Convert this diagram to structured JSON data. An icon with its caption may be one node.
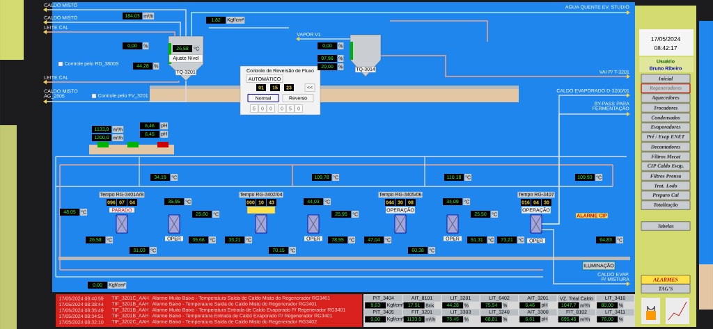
{
  "diagram": {
    "nodes": [
      {
        "text": [
          "TQ-3201"
        ]
      },
      {
        "text": [
          "Ajuste Nível"
        ],
        "in": 0
      },
      {
        "text": [
          "TQ-3014"
        ]
      },
      {
        "text": [
          "Controle de Reversão de Fluxo"
        ]
      },
      {
        "text": [
          "AUTOMÁTICO"
        ],
        "in": 3
      },
      {
        "text": [
          "<<"
        ],
        "in": 3
      },
      {
        "text": [
          "Normal"
        ],
        "in": 3
      },
      {
        "text": [
          "Reverso"
        ],
        "in": 3
      },
      {
        "text": [],
        "shape": "box"
      },
      {
        "text": [],
        "shape": "box"
      },
      {
        "text": [],
        "shape": "box"
      },
      {
        "text": [],
        "shape": "box"
      },
      {
        "text": [],
        "shape": "box"
      },
      {
        "text": [],
        "shape": "box"
      },
      {
        "text": [],
        "shape": "box"
      },
      {
        "text": [
          "CALDO MISTO"
        ]
      },
      {
        "text": [
          "CALDO MISTO"
        ]
      },
      {
        "text": [
          "LEITE CAL"
        ]
      },
      {
        "text": [
          "LEITE CAL"
        ]
      },
      {
        "text": [
          "CALDO MISTO AG_2805"
        ]
      },
      {
        "text": [
          "VAPOR V1"
        ]
      },
      {
        "text": [
          "AGUA QUENTE EV. STUDIO"
        ]
      },
      {
        "text": [
          "VAI P/ T-3201"
        ]
      },
      {
        "text": [
          "CALDO EVAPORADO D-3200/01"
        ]
      },
      {
        "text": [
          "BY-PASS PARA FERMENTAÇÃO"
        ]
      },
      {
        "text": [
          "CALDO EVAP. P/ MISTURA"
        ]
      },
      {
        "text": [
          "Inicial"
        ]
      },
      {
        "text": [
          "Regeneradores"
        ]
      },
      {
        "text": [
          "Aquecedores"
        ]
      },
      {
        "text": [
          "Trocadores"
        ]
      },
      {
        "text": [
          "Condensados"
        ]
      },
      {
        "text": [
          "Evaporadores"
        ]
      },
      {
        "text": [
          "Pré / Evap ENET"
        ]
      },
      {
        "text": [
          "Decantadores"
        ]
      },
      {
        "text": [
          "Filtros Mecat"
        ]
      },
      {
        "text": [
          "CIP Caldo Evap."
        ]
      },
      {
        "text": [
          "Filtros Prensa"
        ]
      },
      {
        "text": [
          "Trat. Lodo"
        ]
      },
      {
        "text": [
          "Preparo Cal"
        ]
      },
      {
        "text": [
          "Totalização"
        ]
      },
      {
        "text": [
          "Tabelas"
        ]
      },
      {
        "text": [
          "ALARMES"
        ]
      },
      {
        "text": [
          "TAG'S"
        ]
      }
    ],
    "edges": [
      {
        "from": 0,
        "to": 15,
        "arrow": "to"
      },
      {
        "from": 0,
        "to": 16,
        "arrow": "to"
      },
      {
        "from": 0,
        "to": 17,
        "arrow": "to",
        "color": "#f4a58a"
      },
      {
        "from": 0,
        "to": 18,
        "arrow": "to",
        "color": "#f4a58a"
      },
      {
        "from": 0,
        "to": 19,
        "arrow": "to"
      },
      {
        "from": 2,
        "to": 20,
        "arrow": "to"
      },
      {
        "from": 0,
        "to": 21,
        "arrow": "to",
        "color": "#a9ecf5"
      },
      {
        "from": 2,
        "to": 22,
        "arrow": "to",
        "color": "#f4a58a"
      },
      {
        "from": 14,
        "to": 23,
        "arrow": "to"
      },
      {
        "from": 14,
        "to": 24,
        "arrow": "to"
      },
      {
        "from": 14,
        "to": 25,
        "arrow": "to"
      }
    ],
    "labels": [
      "184,03",
      "m³/h",
      "1,82",
      "Kgf/cm²",
      "0,00",
      "%",
      "Controle pelo RD_3800S",
      "44,28",
      "%",
      "26,58",
      "°C",
      "Controle pelo FV_3201",
      "0,00",
      "%",
      "97,98",
      "%",
      "20,00",
      "%",
      "01",
      "15",
      "23",
      "5",
      "0",
      "0",
      "0",
      "5",
      "0",
      "1133,9",
      "m³/h",
      "1200,0",
      "m³/h",
      "6,46",
      "pH",
      "6,45",
      "pH",
      "34,19",
      "°C",
      "109,78",
      "°C",
      "110,18",
      "°C",
      "109,93",
      "°C",
      "48,05",
      "°C",
      "35,95",
      "°C",
      "44,03",
      "°C",
      "34,09",
      "°C",
      "25,60",
      "°C",
      "25,95",
      "°C",
      "25,50",
      "°C",
      "26,58",
      "°C",
      "35,66",
      "°C",
      "33,21",
      "°C",
      "78,55",
      "°C",
      "47,04",
      "°C",
      "51,31",
      "°C",
      "73,21",
      "°C",
      "64,83",
      "°C",
      "31,03",
      "°C",
      "70,15",
      "°C",
      "60,38",
      "°C",
      "Tempo RG-3401A/B",
      "096",
      "07",
      "04",
      "PARADO",
      "Tempo RG-3402/04",
      "000",
      "10",
      "43",
      "Tempo RG-3405/06",
      "044",
      "30",
      "08",
      "OPERAÇÃO",
      "Tempo RG-3407",
      "016",
      "04",
      "30",
      "OPERAÇÃO",
      "OPER",
      "OPER",
      "OPER",
      "OPER",
      "ALARME CIP",
      "ILUMINAÇÃO",
      "0,00",
      "Kgf/cm²",
      "17/05/2024",
      "08:42:17",
      "Usuário",
      "Bruno Ribeiro",
      "17/05/2024 08:40:59",
      "TIF_3201C_AAH",
      "Alarme Muito Baixo - Temperatura Saída de Caldo Misto do Regenerador RG3401",
      "17/05/2024 08:38:44",
      "TIF_3201B_AAH",
      "Alarme Baixo - Temperatura Saída de Caldo Misto do Regenerador RG3401",
      "17/05/2024 08:35:49",
      "TIF_3201B_AAH",
      "Alarme Muito Baixo - Temperatura Entrada de Caldo Evaporado P/ Regenerador RG3401",
      "17/05/2024 08:34:51",
      "TIF_3201B_AAH",
      "Alarme Baixo - Temperatura Entrada de Caldo Evaporado P/ Regenerador RG3401",
      "17/05/2024 08:32:10",
      "TIF_3202C_AAH",
      "Alarme Baixo - Temperatura Saída de Caldo Misto do Regenerador RG3402",
      "PIT_3404",
      "9,63",
      "Kgf/cm²",
      "AIT_8101",
      "17,51",
      "Brix",
      "LIT_3201",
      "44,28",
      "%",
      "LIT_6402",
      "75,54",
      "%",
      "AIT_3201",
      "6,46",
      "pH",
      "VZ. Total Caldo",
      "1047,7",
      "m³/h",
      "LIT_3410",
      "80,00",
      "%",
      "PIT_3405",
      "0,00",
      "Kgf/cm²",
      "FIT_3201",
      "1133,9",
      "m³/h",
      "LIT_3303",
      "75,45",
      "%",
      "LIT_3240",
      "68,81",
      "%",
      "AIT_3300",
      "6,61",
      "pH",
      "FIT_8102",
      "695,45",
      "m³/h",
      "LIT_3411",
      "76,00",
      "%"
    ]
  }
}
